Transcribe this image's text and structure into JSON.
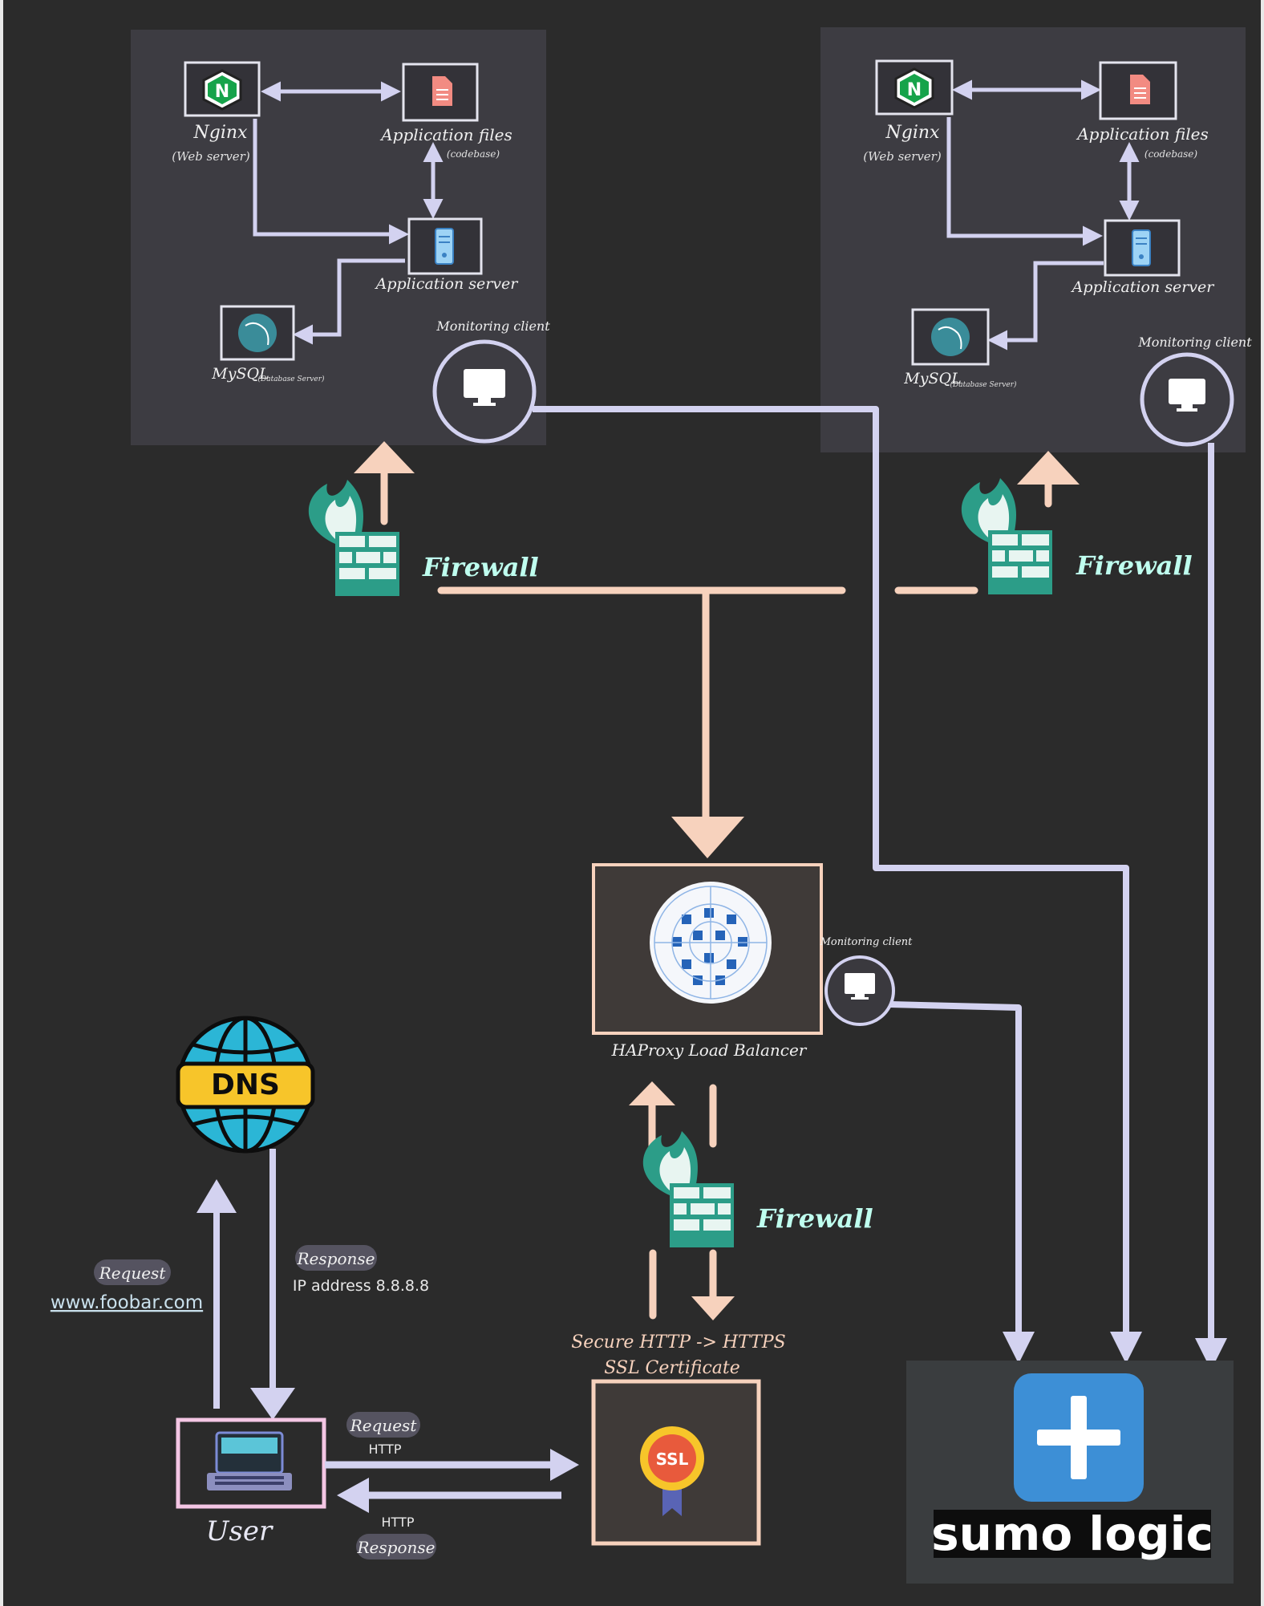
{
  "servers": [
    {
      "nginx_label": "Nginx",
      "nginx_sub": "(Web server)",
      "files_label": "Application files",
      "files_sub": "(codebase)",
      "app_label": "Application server",
      "mysql_label": "MySQL",
      "mysql_sub": "(Database Server)",
      "monitor_label": "Monitoring client"
    },
    {
      "nginx_label": "Nginx",
      "nginx_sub": "(Web server)",
      "files_label": "Application files",
      "files_sub": "(codebase)",
      "app_label": "Application server",
      "mysql_label": "MySQL",
      "mysql_sub": "(Database Server)",
      "monitor_label": "Monitoring client"
    }
  ],
  "firewalls": [
    "Firewall",
    "Firewall",
    "Firewall"
  ],
  "load_balancer": {
    "label": "HAProxy Load Balancer",
    "monitor_label": "Monitoring client"
  },
  "dns": {
    "badge": "DNS"
  },
  "dns_request": {
    "tag": "Request",
    "text": "www.foobar.com"
  },
  "dns_response": {
    "tag": "Response",
    "text": "IP address  8.8.8.8"
  },
  "ssl": {
    "line1": "Secure HTTP -> HTTPS",
    "line2": "SSL Certificate",
    "badge": "SSL"
  },
  "user": {
    "label": "User"
  },
  "http_request": {
    "tag": "Request",
    "text": "HTTP"
  },
  "http_response": {
    "tag": "Response",
    "text": "HTTP"
  },
  "sumo": {
    "label": "sumo logic"
  },
  "colors": {
    "background": "#2b2b2b",
    "panel": "#3d3c42",
    "arrow": "#d3d2f0",
    "peach": "#f7d2bd",
    "firewall": "#2c9d88",
    "sumo": "#3d8fd6"
  }
}
